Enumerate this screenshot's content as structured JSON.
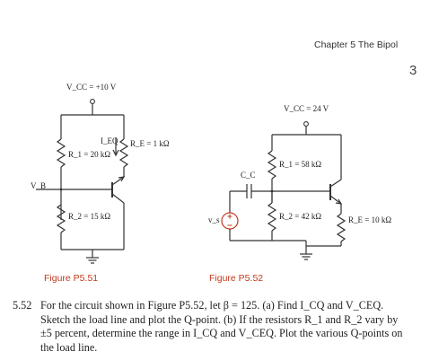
{
  "header": {
    "running_title": "Chapter 5  The Bipol",
    "page_number_fragment": "3"
  },
  "figure_p5_51": {
    "vcc": "V_CC = +10 V",
    "ieq": "I_EQ",
    "re": "R_E = 1 kΩ",
    "r1": "R_1 = 20 kΩ",
    "vb": "V_B",
    "r2": "R_2 = 15 kΩ",
    "caption": "Figure P5.51"
  },
  "figure_p5_52": {
    "vcc": "V_CC = 24 V",
    "r1": "R_1 = 58 kΩ",
    "cc": "C_C",
    "vs": "v_s",
    "r2": "R_2 = 42 kΩ",
    "re": "R_E = 10 kΩ",
    "caption": "Figure P5.52"
  },
  "problem": {
    "number": "5.52",
    "text": "For the circuit shown in Figure P5.52, let β = 125. (a) Find I_CQ and V_CEQ. Sketch the load line and plot the Q-point. (b) If the resistors R_1 and R_2 vary by ±5 percent, determine the range in I_CQ and V_CEQ. Plot the various Q-points on the load line."
  }
}
